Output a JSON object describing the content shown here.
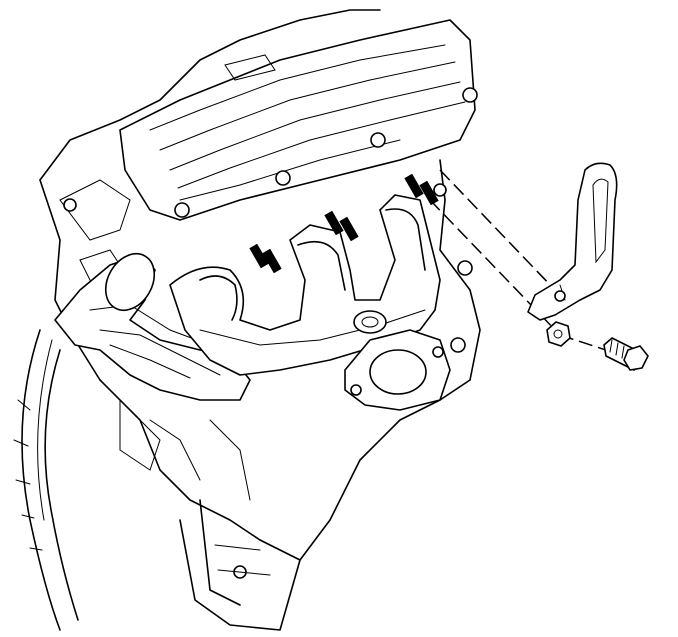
{
  "figure": {
    "parts": [
      {
        "id": "engine-block",
        "icon": "engine-block-icon"
      },
      {
        "id": "valve-cover",
        "icon": "valve-cover-icon"
      },
      {
        "id": "exhaust-manifold",
        "icon": "exhaust-manifold-icon"
      },
      {
        "id": "manifold-heat-shield",
        "icon": "heat-shield-icon"
      },
      {
        "id": "flywheel",
        "icon": "flywheel-icon"
      },
      {
        "id": "oil-pan",
        "icon": "oil-pan-icon"
      },
      {
        "id": "exhaust-flange",
        "icon": "flange-icon"
      },
      {
        "id": "manifold-studs",
        "icon": "stud-icon"
      },
      {
        "id": "bracket",
        "icon": "bracket-icon"
      },
      {
        "id": "nut",
        "icon": "nut-icon"
      },
      {
        "id": "bolt",
        "icon": "bolt-icon"
      }
    ],
    "colors": {
      "stroke": "#000000",
      "background": "#ffffff"
    }
  }
}
